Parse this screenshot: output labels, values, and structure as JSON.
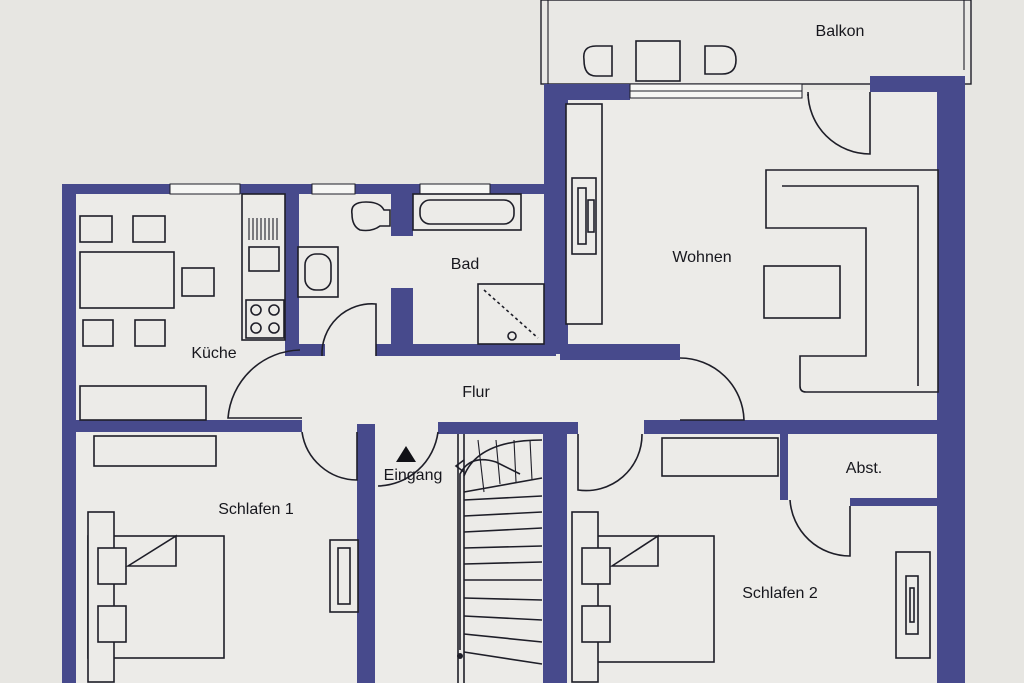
{
  "rooms": {
    "balkon": "Balkon",
    "wohnen": "Wohnen",
    "bad": "Bad",
    "kueche": "Küche",
    "flur": "Flur",
    "eingang": "Eingang",
    "abst": "Abst.",
    "schlafen1": "Schlafen 1",
    "schlafen2": "Schlafen 2"
  },
  "colors": {
    "wall": "#474a8c",
    "paper": "#e7e6e2",
    "ink": "#1e1e28"
  },
  "icons": {
    "entrance_marker": "triangle-up-icon"
  }
}
